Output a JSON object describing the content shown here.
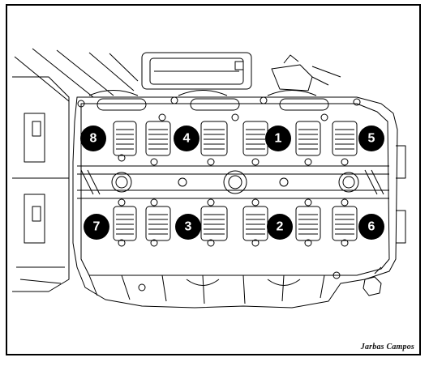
{
  "diagram": {
    "sequence_markers": [
      {
        "label": "8",
        "row": "upper",
        "position": 1
      },
      {
        "label": "4",
        "row": "upper",
        "position": 2
      },
      {
        "label": "1",
        "row": "upper",
        "position": 3
      },
      {
        "label": "5",
        "row": "upper",
        "position": 4
      },
      {
        "label": "7",
        "row": "lower",
        "position": 1
      },
      {
        "label": "3",
        "row": "lower",
        "position": 2
      },
      {
        "label": "2",
        "row": "lower",
        "position": 3
      },
      {
        "label": "6",
        "row": "lower",
        "position": 4
      }
    ],
    "signature": "Jarbas Campos",
    "colors": {
      "ink": "#000000",
      "marker_fill": "#000000",
      "marker_text": "#ffffff",
      "paper": "#ffffff"
    }
  }
}
